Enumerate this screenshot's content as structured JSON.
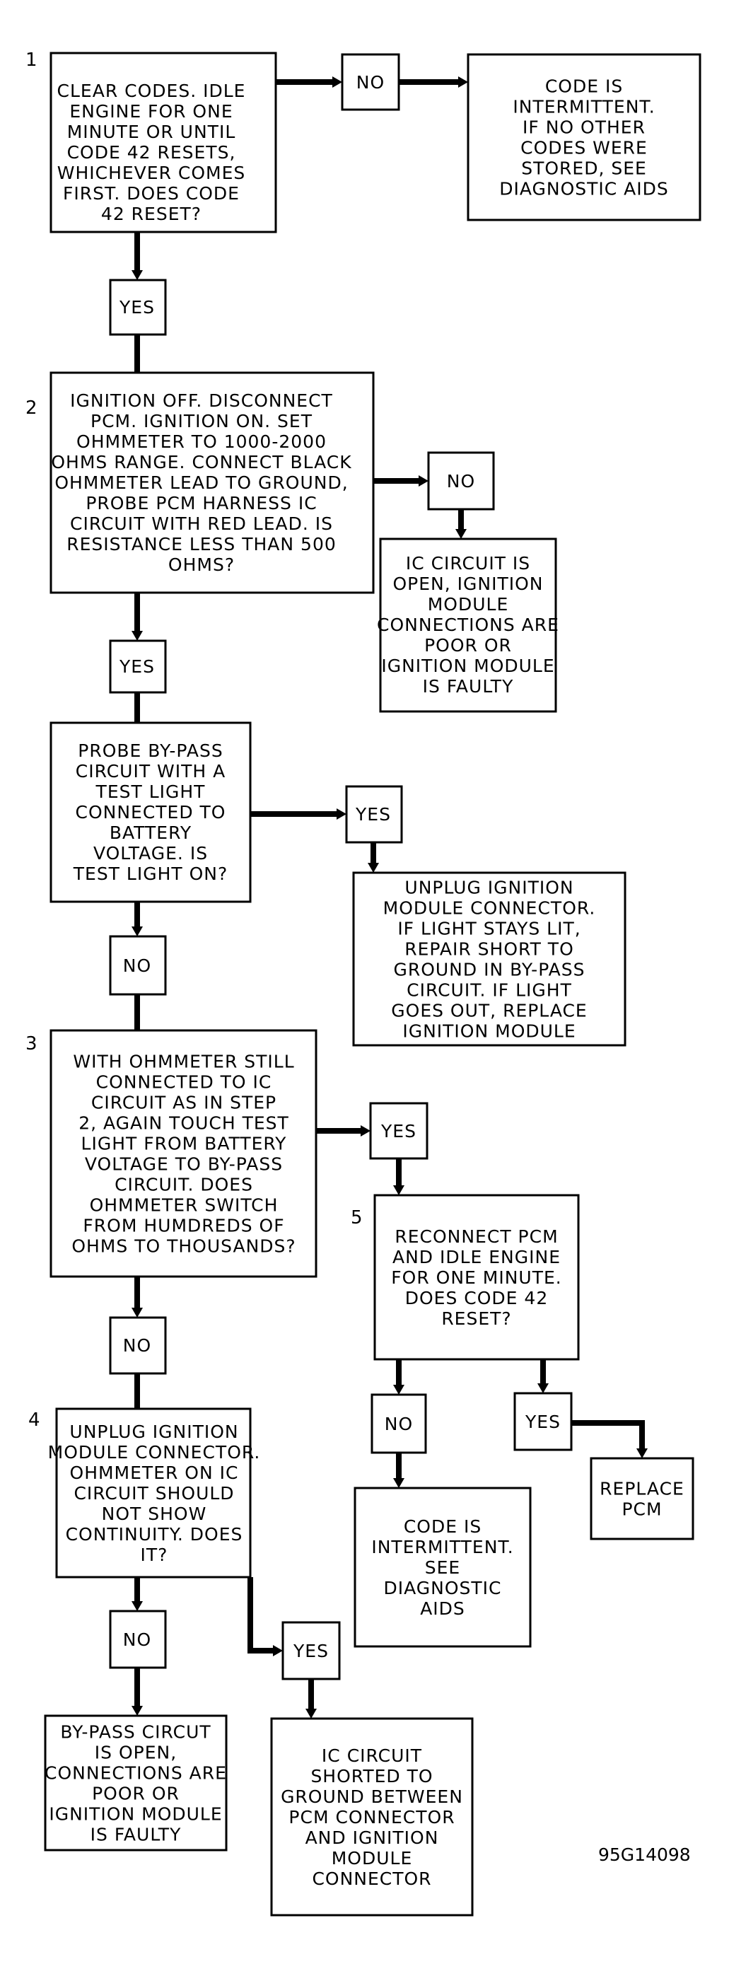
{
  "figure_id": "95G14098",
  "step_labels": [
    "1",
    "2",
    "3",
    "4",
    "5"
  ],
  "nodes": {
    "q1": [
      "CLEAR CODES. IDLE",
      "ENGINE FOR ONE",
      "MINUTE OR UNTIL",
      "CODE 42 RESETS,",
      "WHICHEVER COMES",
      "FIRST. DOES CODE",
      "42 RESET?"
    ],
    "no1": [
      "NO"
    ],
    "r1": [
      "CODE IS",
      "INTERMITTENT.",
      "IF NO OTHER",
      "CODES WERE",
      "STORED, SEE",
      "DIAGNOSTIC AIDS"
    ],
    "yes1": [
      "YES"
    ],
    "q2": [
      "IGNITION OFF. DISCONNECT",
      "PCM. IGNITION ON. SET",
      "OHMMETER TO 1000-2000",
      "OHMS RANGE. CONNECT BLACK",
      "OHMMETER LEAD TO GROUND,",
      "PROBE PCM HARNESS IC",
      "CIRCUIT WITH RED LEAD. IS",
      "RESISTANCE LESS THAN 500",
      "OHMS?"
    ],
    "no2": [
      "NO"
    ],
    "r2": [
      "IC CIRCUIT IS",
      "OPEN, IGNITION",
      "MODULE",
      "CONNECTIONS ARE",
      "POOR OR",
      "IGNITION MODULE",
      "IS FAULTY"
    ],
    "yes2": [
      "YES"
    ],
    "q2b": [
      "PROBE BY-PASS",
      "CIRCUIT WITH A",
      "TEST LIGHT",
      "CONNECTED TO",
      "BATTERY",
      "VOLTAGE. IS",
      "TEST LIGHT ON?"
    ],
    "yes3": [
      "YES"
    ],
    "r3": [
      "UNPLUG IGNITION",
      "MODULE CONNECTOR.",
      "IF LIGHT STAYS LIT,",
      "REPAIR SHORT TO",
      "GROUND IN BY-PASS",
      "CIRCUIT. IF LIGHT",
      "GOES OUT, REPLACE",
      "IGNITION MODULE"
    ],
    "no3": [
      "NO"
    ],
    "q3": [
      "WITH OHMMETER STILL",
      "CONNECTED TO IC",
      "CIRCUIT AS IN STEP",
      "2, AGAIN TOUCH TEST",
      "LIGHT FROM BATTERY",
      "VOLTAGE TO BY-PASS",
      "CIRCUIT. DOES",
      "OHMMETER SWITCH",
      "FROM HUMDREDS OF",
      "OHMS TO THOUSANDS?"
    ],
    "yes4": [
      "YES"
    ],
    "q5": [
      "RECONNECT PCM",
      "AND IDLE ENGINE",
      "FOR ONE MINUTE.",
      "DOES CODE 42",
      "RESET?"
    ],
    "no4": [
      "NO"
    ],
    "q4": [
      "UNPLUG IGNITION",
      "MODULE CONNECTOR.",
      "OHMMETER ON IC",
      "CIRCUIT SHOULD",
      "NOT SHOW",
      "CONTINUITY. DOES",
      "IT?"
    ],
    "no5": [
      "NO"
    ],
    "r5": [
      "CODE IS",
      "INTERMITTENT.",
      "SEE",
      "DIAGNOSTIC",
      "AIDS"
    ],
    "yes5": [
      "YES"
    ],
    "r6": [
      "REPLACE",
      "PCM"
    ],
    "no6": [
      "NO"
    ],
    "r7": [
      "BY-PASS CIRCUT",
      "IS OPEN,",
      "CONNECTIONS ARE",
      "POOR OR",
      "IGNITION MODULE",
      "IS FAULTY"
    ],
    "yes6": [
      "YES"
    ],
    "r8": [
      "IC CIRCUIT",
      "SHORTED TO",
      "GROUND BETWEEN",
      "PCM CONNECTOR",
      "AND IGNITION",
      "MODULE",
      "CONNECTOR"
    ]
  }
}
